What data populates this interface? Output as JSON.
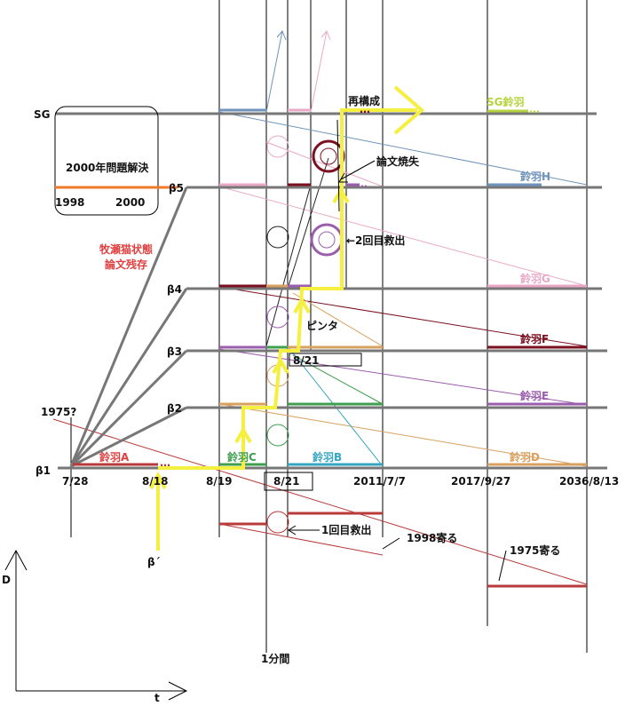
{
  "lines": {
    "SG": "SG",
    "b5": "β5",
    "b4": "β4",
    "b3": "β3",
    "b2": "β2",
    "b1": "β1"
  },
  "dates": {
    "d1": "7/28",
    "d2": "8/18",
    "d3": "8/19",
    "d4": "8/21",
    "d5": "2011/7/7",
    "d6": "2017/9/27",
    "d7": "2036/8/13"
  },
  "labels": {
    "problem_solved": "2000年問題解決",
    "y1998": "1998",
    "y2000": "2000",
    "makise_state": "牧瀬猫状態",
    "paper_remains": "論文残存",
    "reconstruct": "再構成",
    "paper_burned": "論文焼失",
    "second_rescue": "←2回目救出",
    "pinta": "ピンタ",
    "box_821": "8/21",
    "first_rescue": "1回目救出",
    "y1975q": "1975?",
    "near1998": "1998寄る",
    "near1975": "1975寄る",
    "beta_prime": "β´",
    "one_minute": "1分間",
    "axis_d": "D",
    "axis_t": "t"
  },
  "suzuha": {
    "A": "鈴羽A",
    "B": "鈴羽B",
    "C": "鈴羽C",
    "D": "鈴羽D",
    "E": "鈴羽E",
    "F": "鈴羽F",
    "G": "鈴羽G",
    "H": "鈴羽H",
    "SG": "SG鈴羽",
    "dots": "…"
  },
  "colors": {
    "grid": "#777777",
    "yellow": "#f5ef40",
    "orange": "#ef7a2a",
    "red_label": "#e04040",
    "red_line": "#b83a3a",
    "maroon": "#7a1020",
    "green": "#3f9f4f",
    "teal": "#35a6c2",
    "sand": "#d9a160",
    "purple": "#9b5dad",
    "pink": "#e9a9c6",
    "steelblue": "#6f93bb",
    "lime": "#b5d33c"
  }
}
